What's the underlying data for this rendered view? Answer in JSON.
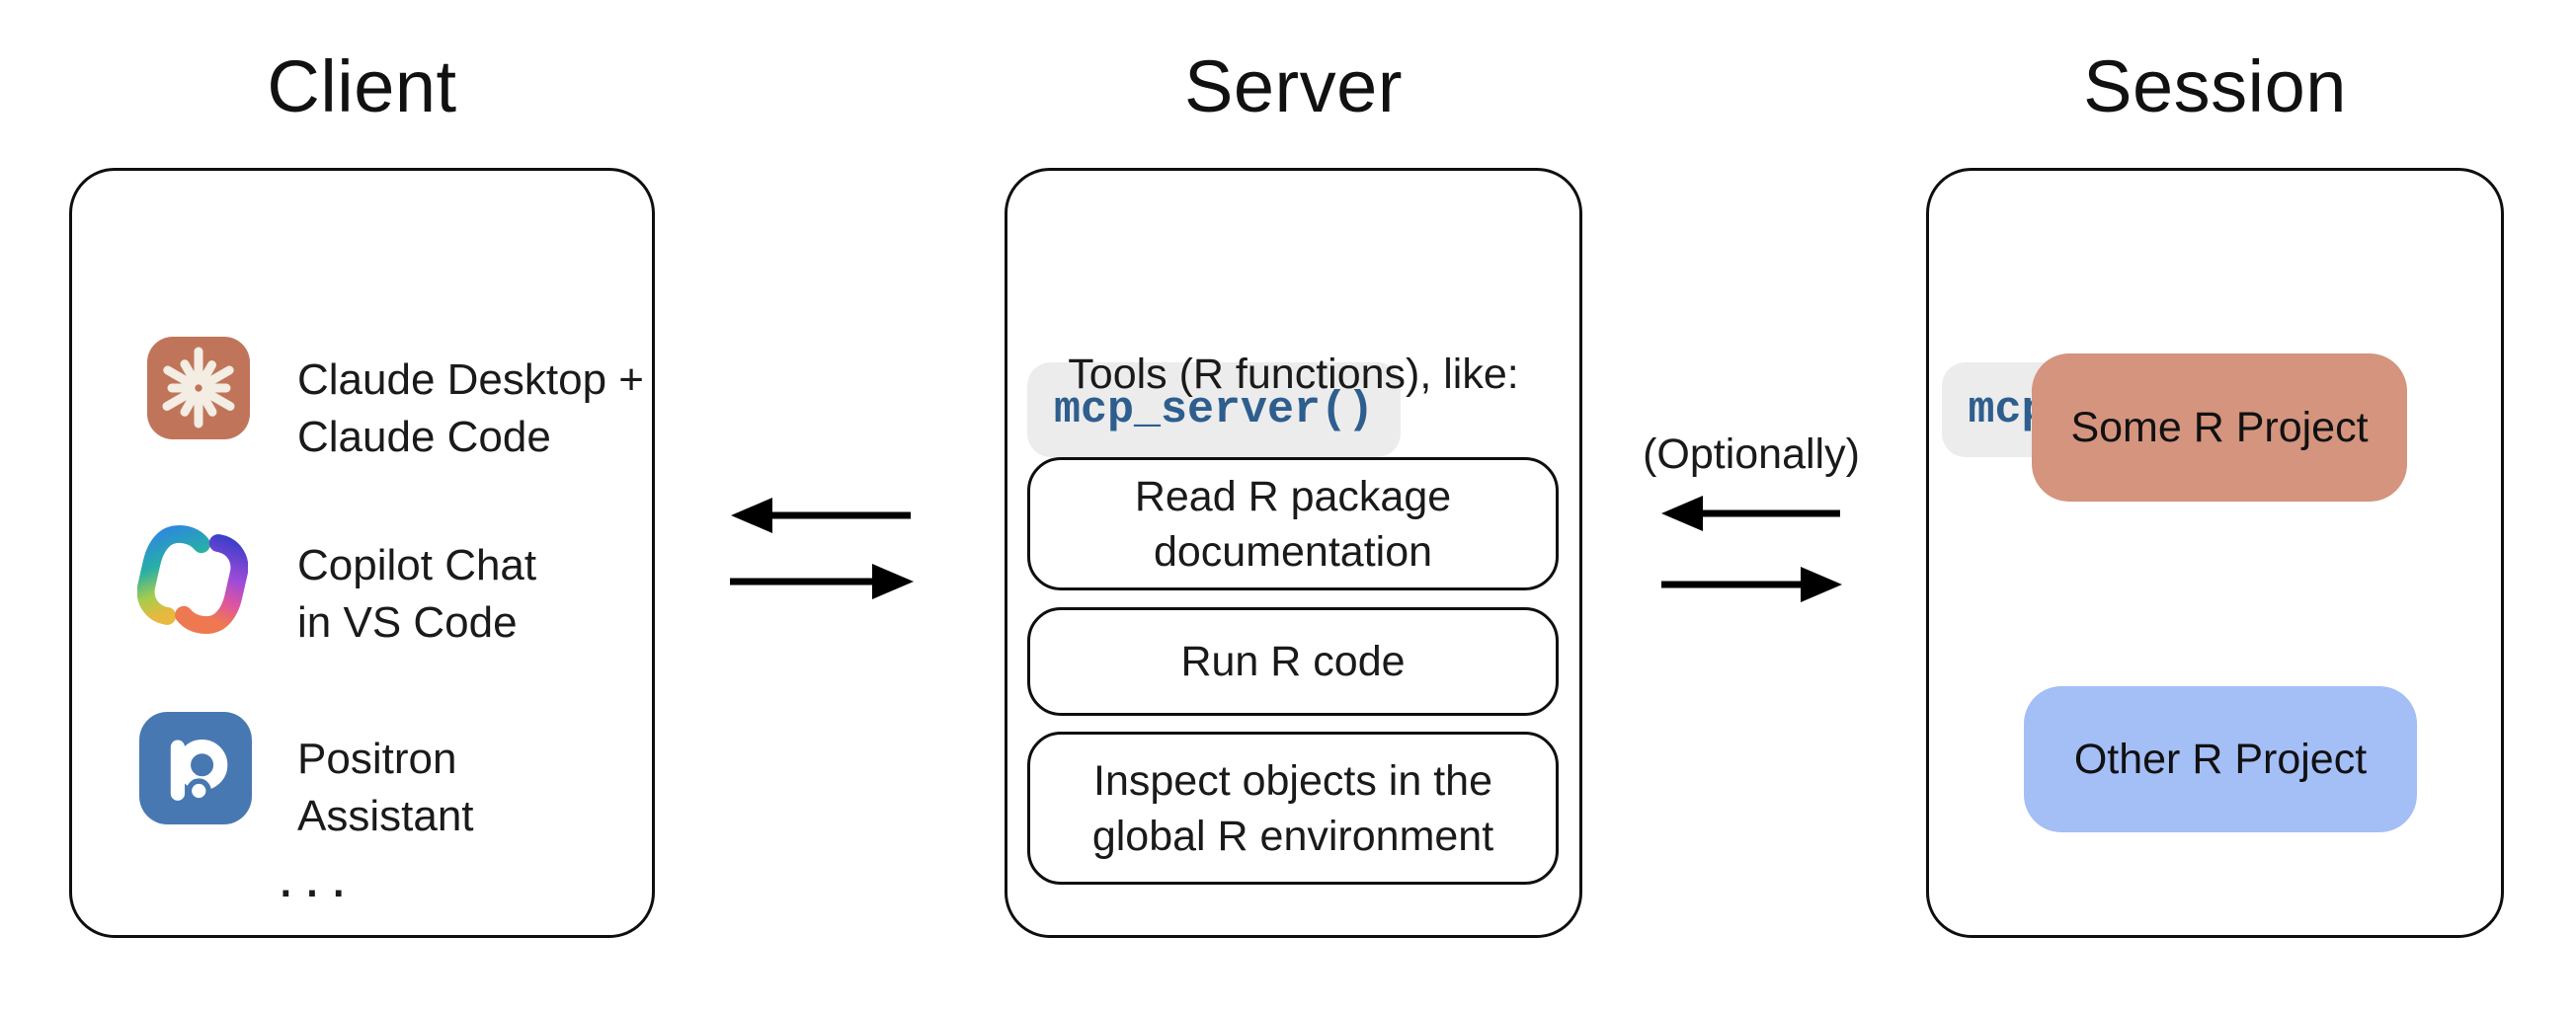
{
  "client": {
    "title": "Client",
    "items": [
      {
        "icon": "claude-icon",
        "line1": "Claude Desktop +",
        "line2": "Claude Code"
      },
      {
        "icon": "copilot-icon",
        "line1": "Copilot Chat",
        "line2": "in VS Code"
      },
      {
        "icon": "positron-icon",
        "line1": "Positron",
        "line2": "Assistant"
      }
    ],
    "ellipsis": "..."
  },
  "server": {
    "title": "Server",
    "code_label": "mcp_server()",
    "tools_heading": "Tools (R functions), like:",
    "tools": [
      {
        "line1": "Read R package",
        "line2": "documentation"
      },
      {
        "line1": "Run R code",
        "line2": ""
      },
      {
        "line1": "Inspect objects in the",
        "line2": "global R environment"
      }
    ]
  },
  "session": {
    "title": "Session",
    "code_label": "mcp_session()",
    "projects": [
      {
        "label": "Some R Project",
        "color": "#D4947E"
      },
      {
        "label": "Other R Project",
        "color": "#A4BEF6"
      }
    ]
  },
  "links": {
    "optionally_label": "(Optionally)"
  },
  "colors": {
    "code_text": "#2E5E8E",
    "code_chip_bg": "#ECECEC",
    "box_border": "#0F0F0F",
    "claude_brand": "#C0755A",
    "positron_brand": "#4878B2",
    "some_project_bg": "#D4947E",
    "other_project_bg": "#A4BEF6"
  }
}
